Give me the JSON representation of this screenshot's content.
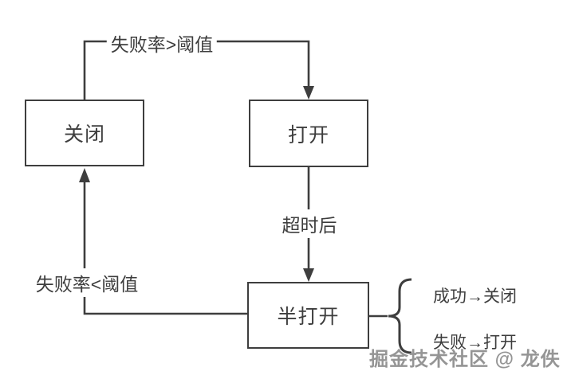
{
  "colors": {
    "background": "#ffffff",
    "line": "#3e3e3e",
    "text": "#3d3d3d",
    "watermark": "#959595"
  },
  "diagram": {
    "type": "state-machine-flowchart",
    "nodes": [
      {
        "id": "closed",
        "label": "关闭"
      },
      {
        "id": "open",
        "label": "打开"
      },
      {
        "id": "half-open",
        "label": "半打开"
      }
    ],
    "edges": [
      {
        "from": "closed",
        "to": "open",
        "label": "失败率>阈值"
      },
      {
        "from": "open",
        "to": "half-open",
        "label": "超时后"
      },
      {
        "from": "half-open",
        "to": "closed",
        "label": "失败率<阈值"
      }
    ],
    "half_open_outcomes": [
      {
        "label": "成功→关闭"
      },
      {
        "label": "失败→打开"
      }
    ],
    "watermark": "掘金技术社区 @ 龙佚"
  }
}
